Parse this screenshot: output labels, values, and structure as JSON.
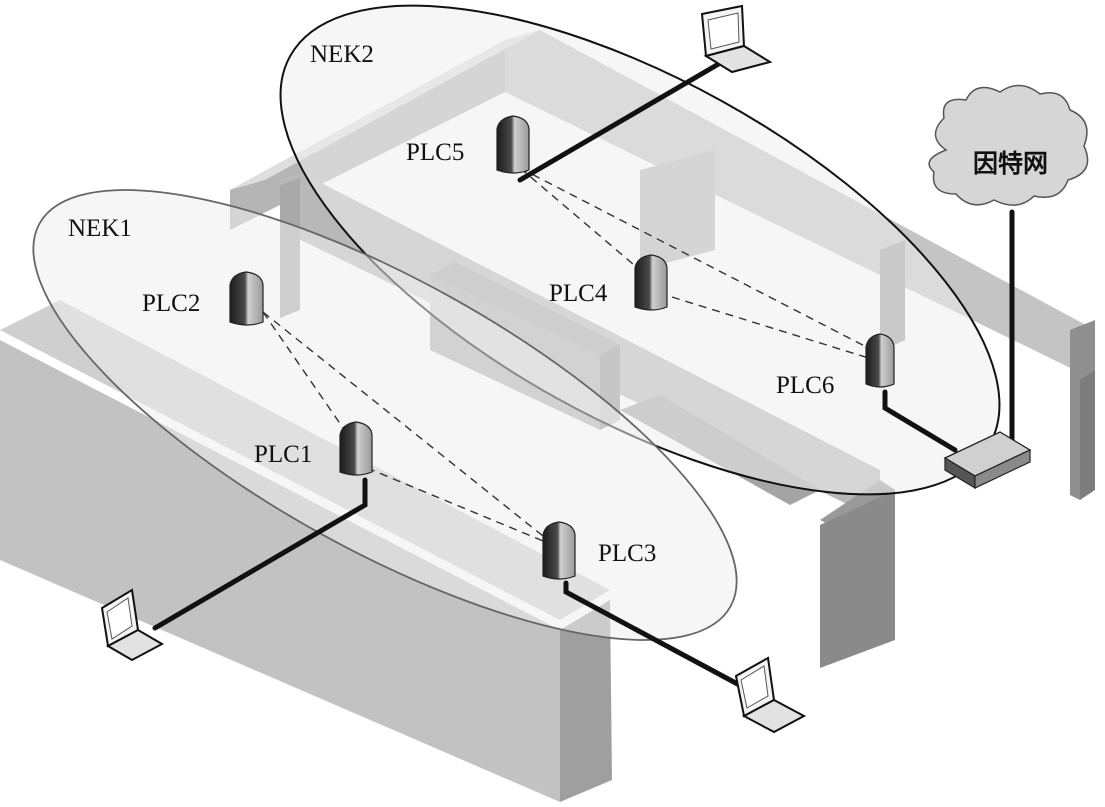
{
  "networks": [
    {
      "id": "nek2",
      "label": "NEK2"
    },
    {
      "id": "nek1",
      "label": "NEK1"
    }
  ],
  "adapters": [
    {
      "id": "plc1",
      "label": "PLC1",
      "network": "NEK1"
    },
    {
      "id": "plc2",
      "label": "PLC2",
      "network": "NEK1"
    },
    {
      "id": "plc3",
      "label": "PLC3",
      "network": "NEK1"
    },
    {
      "id": "plc4",
      "label": "PLC4",
      "network": "NEK2"
    },
    {
      "id": "plc5",
      "label": "PLC5",
      "network": "NEK2"
    },
    {
      "id": "plc6",
      "label": "PLC6",
      "network": "NEK2"
    }
  ],
  "internet": {
    "label": "因特网"
  },
  "links": [
    {
      "from": "PLC1",
      "to": "PLC2",
      "style": "dashed"
    },
    {
      "from": "PLC1",
      "to": "PLC3",
      "style": "dashed"
    },
    {
      "from": "PLC2",
      "to": "PLC3",
      "style": "dashed"
    },
    {
      "from": "PLC4",
      "to": "PLC5",
      "style": "dashed"
    },
    {
      "from": "PLC4",
      "to": "PLC6",
      "style": "dashed"
    },
    {
      "from": "PLC5",
      "to": "PLC6",
      "style": "dashed"
    },
    {
      "from": "PLC1",
      "to": "laptop",
      "style": "cable"
    },
    {
      "from": "PLC3",
      "to": "laptop",
      "style": "cable"
    },
    {
      "from": "PLC5",
      "to": "laptop",
      "style": "cable"
    },
    {
      "from": "PLC6",
      "to": "router",
      "style": "cable"
    },
    {
      "from": "router",
      "to": "因特网",
      "style": "cable"
    }
  ]
}
